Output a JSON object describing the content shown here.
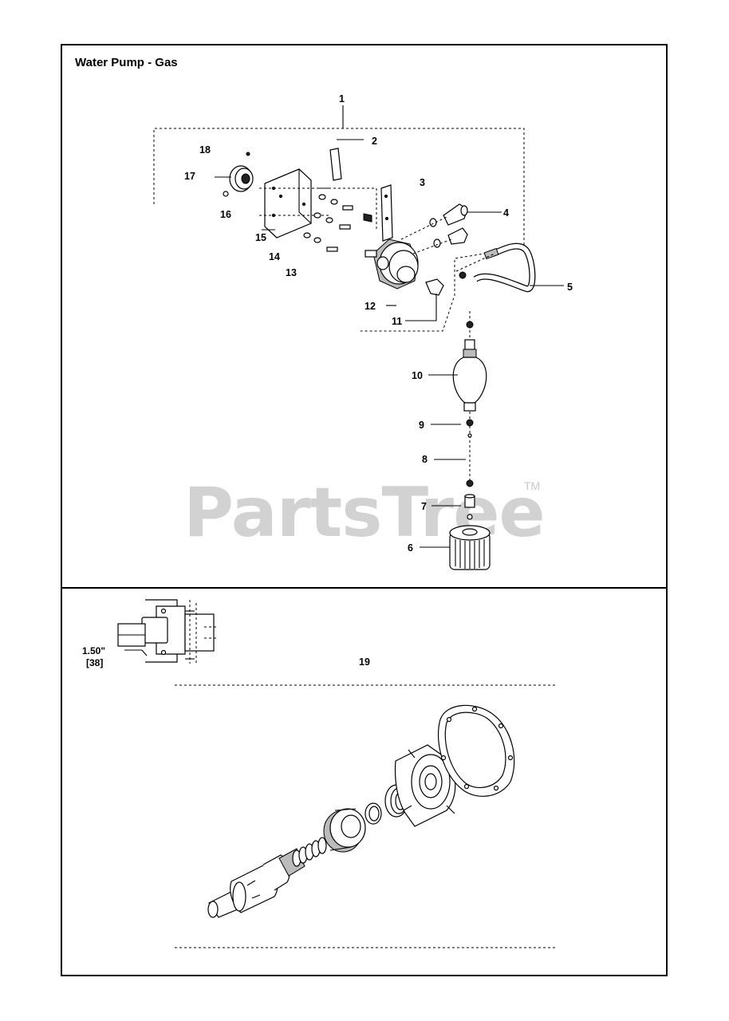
{
  "title": "Water Pump - Gas",
  "watermark": {
    "brand": "PartsTree",
    "tm": "TM"
  },
  "callouts": {
    "c1": "1",
    "c2": "2",
    "c3": "3",
    "c4": "4",
    "c5": "5",
    "c6": "6",
    "c7": "7",
    "c8": "8",
    "c9": "9",
    "c10": "10",
    "c11": "11",
    "c12": "12",
    "c13": "13",
    "c14": "14",
    "c15": "15",
    "c16": "16",
    "c17": "17",
    "c18": "18",
    "c19": "19"
  },
  "dimension": {
    "imperial": "1.50\"",
    "metric": "[38]"
  },
  "colors": {
    "border": "#000000",
    "watermark": "#d2d2d2",
    "background": "#ffffff"
  }
}
